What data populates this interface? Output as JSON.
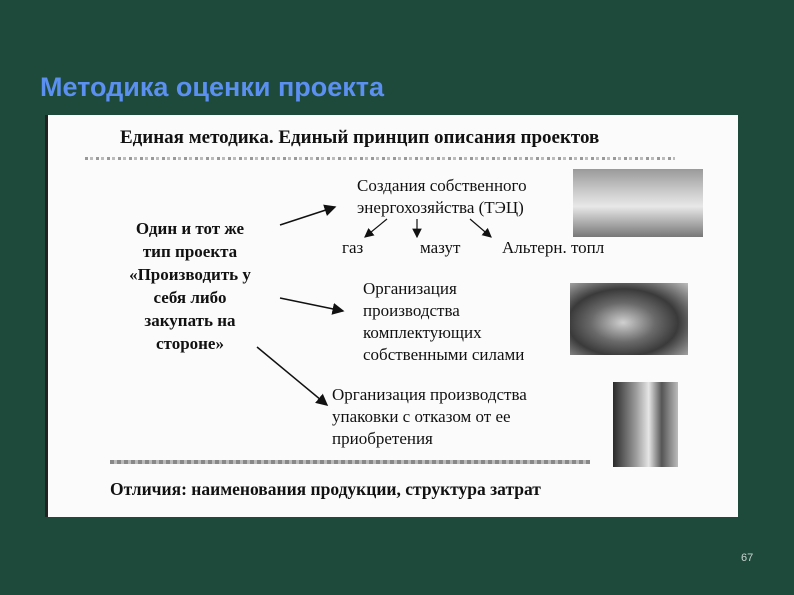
{
  "slide": {
    "title": "Методика оценки проекта",
    "page_number": "67"
  },
  "panel": {
    "heading": "Единая методика. Единый принцип описания проектов",
    "left_text": [
      "Один и тот же",
      "тип проекта",
      "«Производить у",
      "себя либо",
      "закупать на",
      "стороне»"
    ],
    "energy": {
      "line1": "Создания собственного",
      "line2": "энергохозяйства (ТЭЦ)",
      "options": [
        "газ",
        "мазут",
        "Альтерн. топл"
      ]
    },
    "components": [
      "Организация",
      "производства",
      "комплектующих",
      "собственными силами"
    ],
    "packaging": [
      "Организация производства",
      "упаковки с отказом от ее",
      "приобретения"
    ],
    "footer": "Отличия: наименования продукции, структура затрат"
  }
}
